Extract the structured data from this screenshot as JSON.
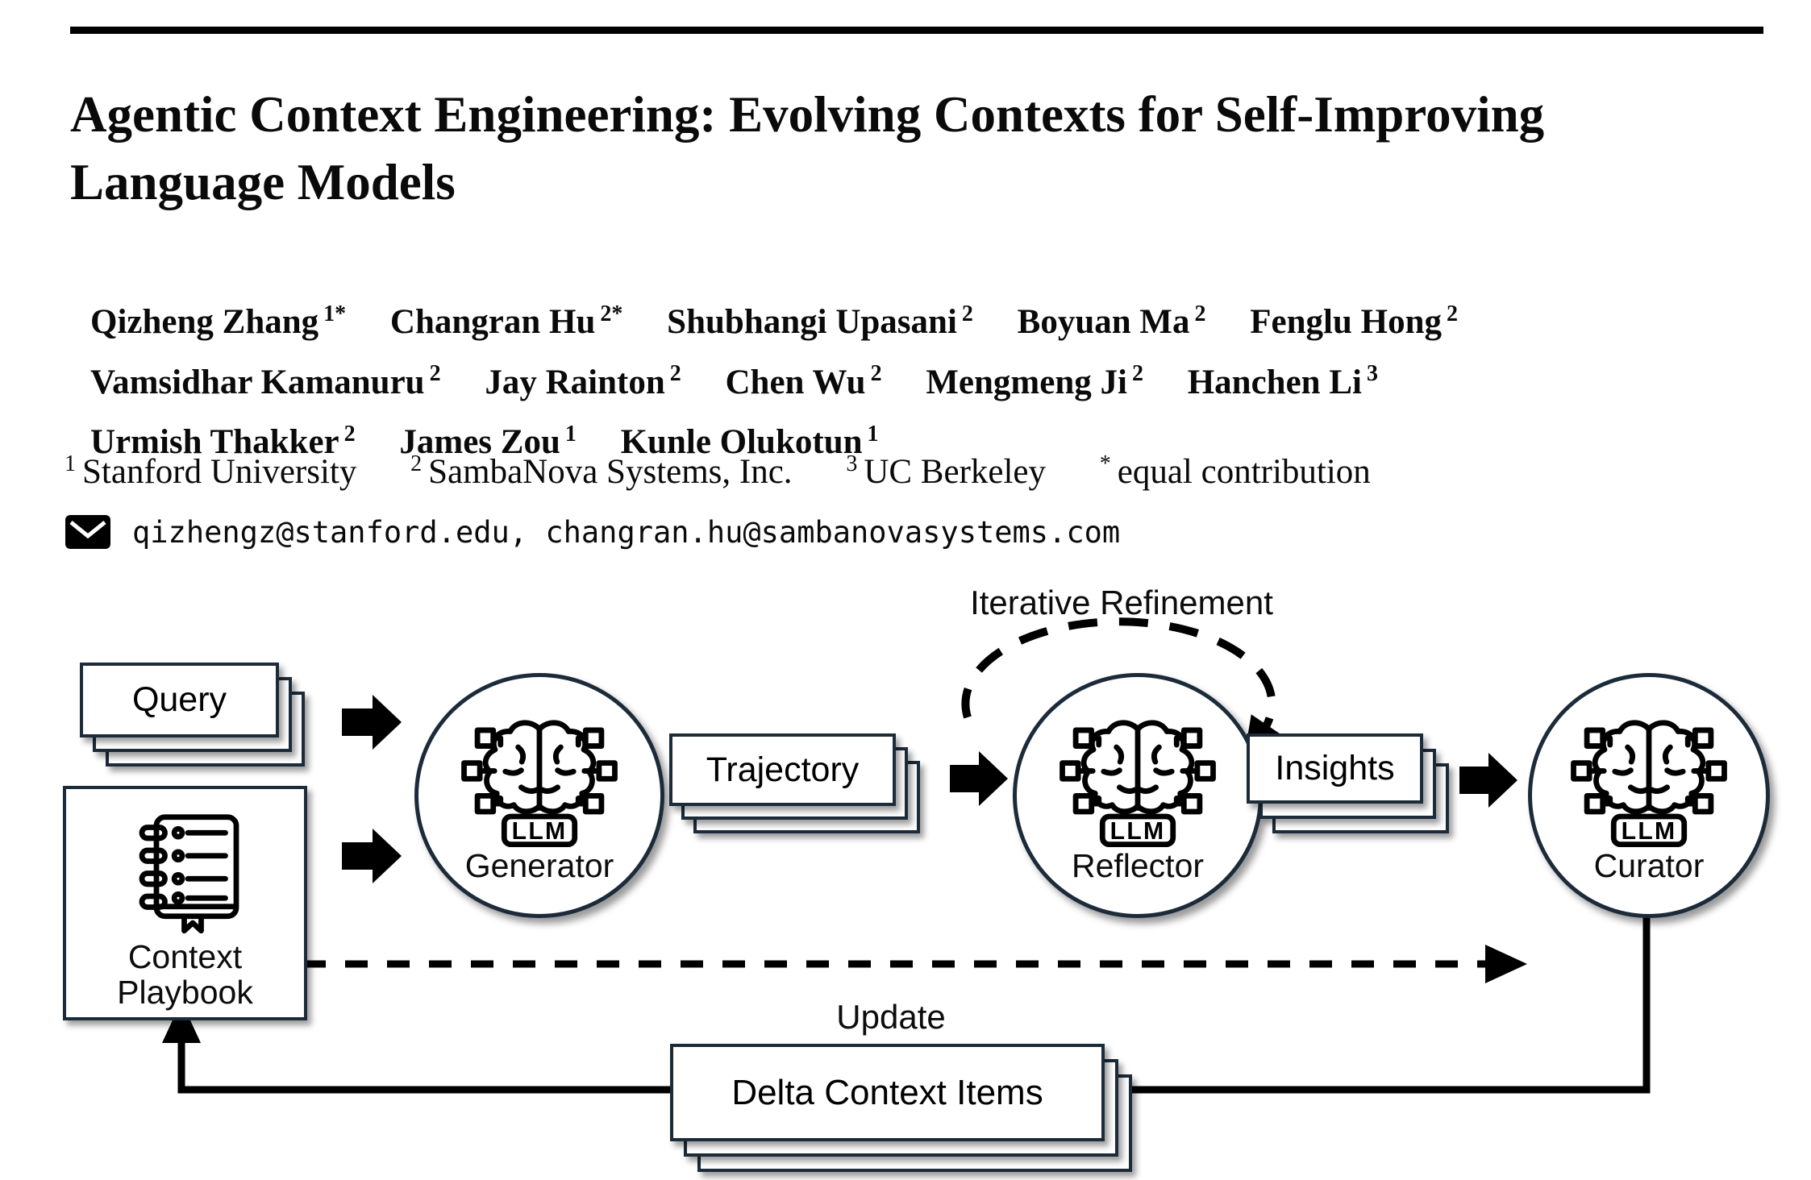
{
  "header": {
    "title_line1": "Agentic Context Engineering: Evolving Contexts for Self-Improving",
    "title_line2": "Language Models"
  },
  "authors": {
    "line1": [
      {
        "name": "Qizheng Zhang",
        "sup": "1*"
      },
      {
        "name": "Changran Hu",
        "sup": "2*"
      },
      {
        "name": "Shubhangi Upasani",
        "sup": "2"
      },
      {
        "name": "Boyuan Ma",
        "sup": "2"
      },
      {
        "name": "Fenglu Hong",
        "sup": "2"
      }
    ],
    "line2": [
      {
        "name": "Vamsidhar Kamanuru",
        "sup": "2"
      },
      {
        "name": "Jay Rainton",
        "sup": "2"
      },
      {
        "name": "Chen Wu",
        "sup": "2"
      },
      {
        "name": "Mengmeng Ji",
        "sup": "2"
      },
      {
        "name": "Hanchen Li",
        "sup": "3"
      }
    ],
    "line3": [
      {
        "name": "Urmish Thakker",
        "sup": "2"
      },
      {
        "name": "James Zou",
        "sup": "1"
      },
      {
        "name": "Kunle Olukotun",
        "sup": "1"
      }
    ]
  },
  "affiliations": [
    {
      "sup": "1",
      "label": "Stanford University"
    },
    {
      "sup": "2",
      "label": "SambaNova Systems, Inc."
    },
    {
      "sup": "3",
      "label": "UC Berkeley"
    },
    {
      "sup": "*",
      "label": "equal contribution"
    }
  ],
  "contact": {
    "email_text": "qizhengz@stanford.edu, changran.hu@sambanovasystems.com"
  },
  "diagram": {
    "iterative_refinement_label": "Iterative Refinement",
    "query_label": "Query",
    "context_playbook_line1": "Context",
    "context_playbook_line2": "Playbook",
    "trajectory_label": "Trajectory",
    "insights_label": "Insights",
    "update_label": "Update",
    "delta_label": "Delta Context Items",
    "generator": {
      "llm_label": "LLM",
      "role": "Generator"
    },
    "reflector": {
      "llm_label": "LLM",
      "role": "Reflector"
    },
    "curator": {
      "llm_label": "LLM",
      "role": "Curator"
    },
    "colors": {
      "box_border": "#1c2b3a",
      "line": "#000000",
      "background": "#ffffff"
    }
  }
}
